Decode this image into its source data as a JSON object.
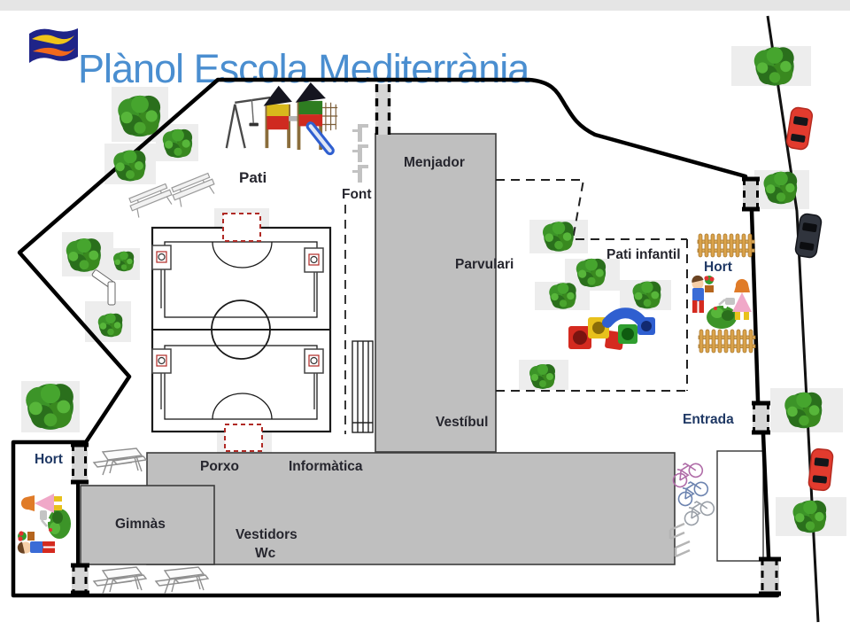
{
  "title": "Plànol Escola Mediterrània",
  "areas": {
    "pati": "Pati",
    "font": "Font",
    "menjador": "Menjador",
    "parvulari": "Parvulari",
    "pati_infantil": "Pati infantil",
    "hort_right": "Hort",
    "vestibul": "Vestíbul",
    "entrada": "Entrada",
    "hort_left": "Hort",
    "porxo": "Porxo",
    "informatica": "Informàtica",
    "gimnas": "Gimnàs",
    "vestidors": "Vestidors",
    "wc": "Wc"
  },
  "colors": {
    "title_blue": "#4a8ed0",
    "label_dark": "#26262e",
    "label_navy": "#1f3864",
    "building_gray": "#bfbfbf",
    "boundary_black": "#000000",
    "tree_green": "#2f7d21",
    "goal_red": "#b02a25",
    "fence_tan": "#dca74f",
    "car_red": "#e23b2e",
    "car_black": "#30343d",
    "slide_blue": "#3a6bd6"
  },
  "icons": {
    "logo": "escola-mediterrania-wavy-flag",
    "tree": "green-bush-tree-top-view",
    "car": "car-top-view",
    "playground": "swing-and-slide-structure",
    "play_tunnel": "colored-play-tunnel-blocks",
    "children": "children-gardening-clipart",
    "picnic_table": "picnic-table-line-art",
    "bench": "park-bench-line-art",
    "bike": "bicycle-rack-with-bikes",
    "fence": "wooden-picket-fence",
    "fountain": "drinking-fountain",
    "hoop": "basketball-backboard",
    "goal": "red-dashed-goal-box",
    "gate": "gray-gate-opening"
  }
}
